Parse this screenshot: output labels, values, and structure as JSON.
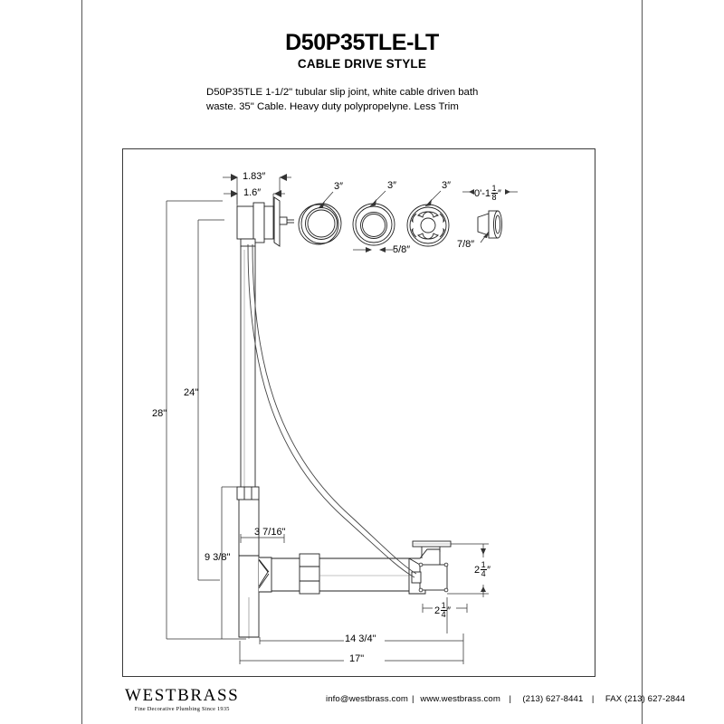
{
  "header": {
    "title": "D50P35TLE-LT",
    "subtitle": "CABLE DRIVE STYLE",
    "description": "D50P35TLE  1-1/2\" tubular slip joint, white cable driven bath waste. 35\" Cable. Heavy duty polypropelyne. Less Trim"
  },
  "drawing": {
    "dimensions": {
      "top_width_outer": "1.83″",
      "top_width_inner": "1.6″",
      "ring_1": "3″",
      "ring_2": "3″",
      "ring_3": "3″",
      "ring_depth": "5/8″",
      "bushing_dia": "7/8″",
      "bushing_len_feet": "0'-1",
      "bushing_len_frac_num": "1",
      "bushing_len_frac_den": "8",
      "bushing_len_unit": "″",
      "overall_height": "28\"",
      "overflow_height": "24\"",
      "lower_height": "9 3/8\"",
      "tee_offset": "3 7/16\"",
      "run_inner": "14  3/4\"",
      "run_outer": "17\"",
      "drain_height_whole": "2",
      "drain_height_num": "1",
      "drain_height_den": "4",
      "drain_height_unit": "″",
      "drain_offset_whole": "2",
      "drain_offset_num": "1",
      "drain_offset_den": "4",
      "drain_offset_unit": "″"
    },
    "parts": {
      "overflow_head": "overflow-head-assembly",
      "overflow_tube": "overflow-riser-tube",
      "cable": "drive-cable",
      "slip_nut": "slip-joint-nut",
      "tee": "waste-tee-fitting",
      "horizontal_tube": "horizontal-waste-tube",
      "drain_shoe": "drain-shoe-flange",
      "face_plate_1": "trim-ring-plain",
      "face_plate_2": "trim-ring-beveled",
      "face_plate_3": "grid-strainer",
      "bushing": "cable-bushing"
    }
  },
  "footer": {
    "brand": "WESTBRASS",
    "tagline": "Fine Decorative Plumbing Since 1935",
    "email": "info@westbrass.com",
    "separator_1": "|",
    "website": "www.westbrass.com",
    "separator_2": "|",
    "phone": "(213) 627-8441",
    "separator_3": "|",
    "fax": "FAX (213) 627-2844"
  },
  "colors": {
    "ink": "#000000",
    "frame": "#3a3a3a",
    "border": "#555555",
    "line": "#222222"
  }
}
